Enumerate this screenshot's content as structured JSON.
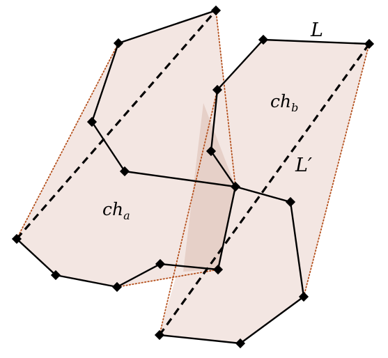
{
  "labels": {
    "ch_a": {
      "base": "ch",
      "sub": "a"
    },
    "ch_b": {
      "base": "ch",
      "sub": "b"
    },
    "L": "L",
    "L_prime": "L′"
  },
  "colors": {
    "hull_fill": "#f3e6e2",
    "overlap_fill": "#e6d0c8",
    "hull_edge": "#b5501c",
    "chain": "#000000"
  }
}
